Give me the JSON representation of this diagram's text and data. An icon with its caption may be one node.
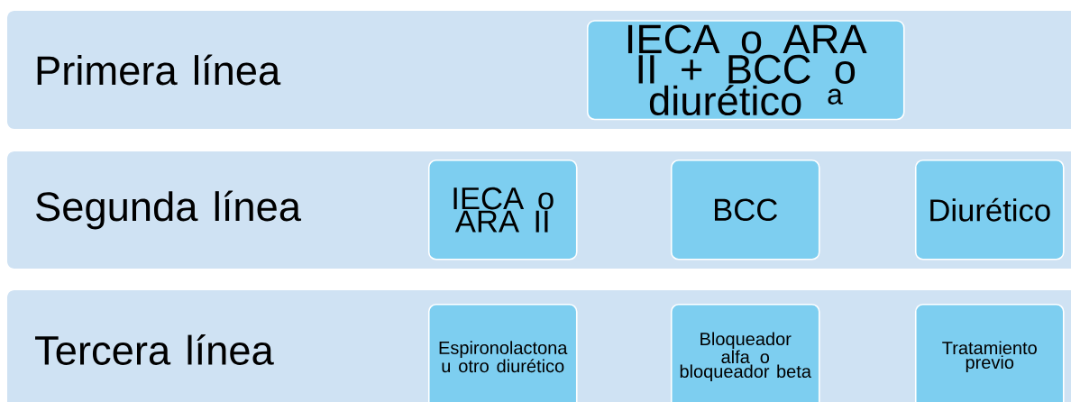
{
  "diagram": {
    "nodes": [
      {
        "text": [
          "Primera línea"
        ]
      },
      {
        "text": [
          "IECA o ARA II + BCC o diurético $^{a}$"
        ],
        "in": 0
      },
      {
        "text": [
          "Segunda línea"
        ]
      },
      {
        "text": [
          "IECA o ARA II"
        ],
        "in": 2
      },
      {
        "text": [
          "BCC"
        ],
        "in": 2
      },
      {
        "text": [
          "Diurético"
        ],
        "in": 2
      },
      {
        "text": [
          "Tercera línea"
        ]
      },
      {
        "text": [
          "Espironolactona u otro diurético"
        ],
        "in": 6
      },
      {
        "text": [
          "Bloqueador alfa o bloqueador beta"
        ],
        "in": 6
      },
      {
        "text": [
          "Tratamiento previo"
        ],
        "in": 6
      }
    ]
  }
}
